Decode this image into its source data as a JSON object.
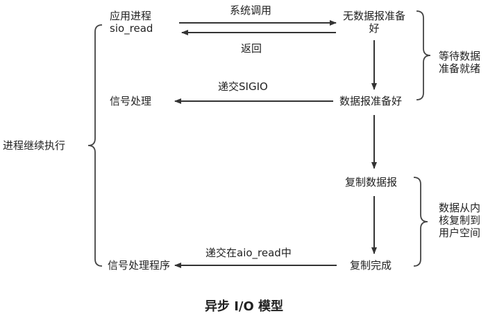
{
  "title": "异步 I/O 模型",
  "nodes": {
    "app_process_line1": "应用进程",
    "app_process_line2": "sio_read",
    "no_data_line1": "无数据报准备",
    "no_data_line2": "好",
    "signal_handler": "信号处理",
    "data_ready": "数据报准备好",
    "copy_datagram": "复制数据报",
    "signal_handler_routine": "信号处理程序",
    "copy_done": "复制完成"
  },
  "edges": {
    "syscall": "系统调用",
    "return": "返回",
    "deliver_sigio": "递交SIGIO",
    "deliver_in_aio_read": "递交在aio_read中"
  },
  "phases": {
    "process_continues": "进程继续执行",
    "wait_line1": "等待数据",
    "wait_line2": "准备就绪",
    "copy_line1": "数据从内",
    "copy_line2": "核复制到",
    "copy_line3": "用户空间"
  }
}
